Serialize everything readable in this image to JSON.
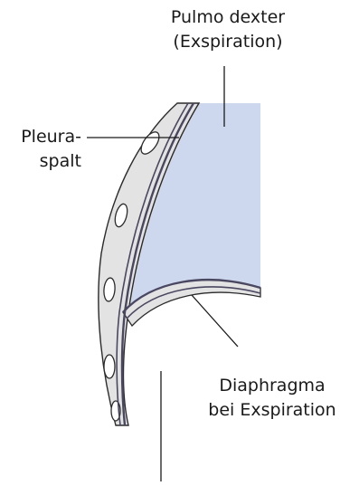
{
  "labels": {
    "lung": {
      "line1": "Pulmo dexter",
      "line2": "(Exspiration)"
    },
    "pleural_gap": {
      "line1": "Pleura-",
      "line2": "spalt"
    },
    "diaphragm": {
      "line1": "Diaphragma",
      "line2": "bei Exspiration"
    }
  },
  "colors": {
    "lung_fill": "#cdd8ee",
    "wall_fill": "#e3e3e3",
    "outline": "#2b2b2b",
    "pleura_line": "#4a4760",
    "leader_line": "#1a1a1a",
    "background": "#ffffff"
  }
}
